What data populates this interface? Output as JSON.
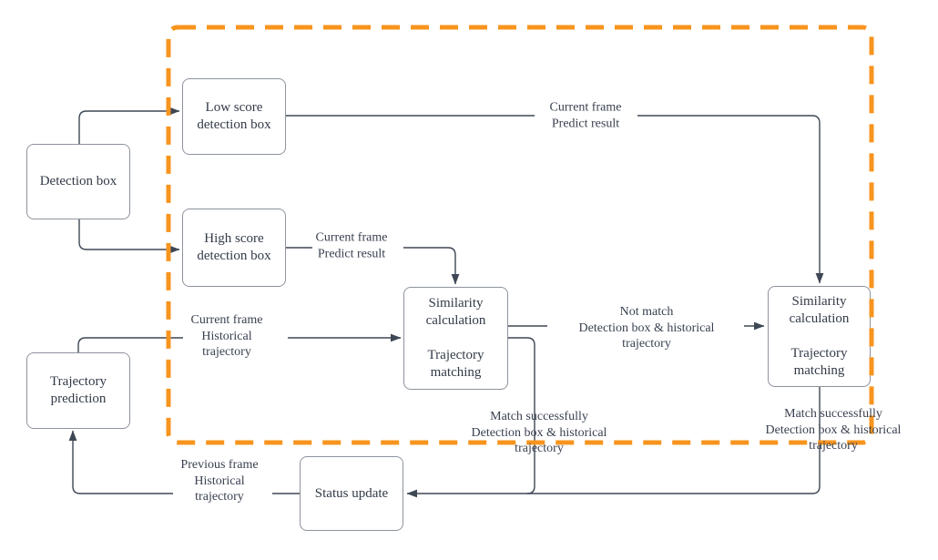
{
  "accent_colors": {
    "dashed_frame": "#f7941e",
    "connector": "#3e4754",
    "node_border": "#8d939c",
    "text": "#333b48"
  },
  "nodes": {
    "detection_box": {
      "label": "Detection box"
    },
    "low_score": {
      "label": "Low score detection box"
    },
    "high_score": {
      "label": "High score detection box"
    },
    "trajectory_prediction": {
      "label": "Trajectory prediction"
    },
    "similarity_left": {
      "label": "Similarity calculation\n\nTrajectory matching"
    },
    "similarity_right": {
      "label": "Similarity calculation\n\nTrajectory matching"
    },
    "status_update": {
      "label": "Status update"
    }
  },
  "edge_labels": {
    "current_predict_top": {
      "text": "Current frame\nPredict result"
    },
    "current_predict_mid": {
      "text": "Current frame\nPredict result"
    },
    "current_historical": {
      "text": "Current frame\nHistorical\ntrajectory"
    },
    "not_match": {
      "text": "Not match\nDetection box & historical\ntrajectory"
    },
    "match_left": {
      "text": "Match successfully\nDetection box & historical\ntrajectory"
    },
    "match_right": {
      "text": "Match successfully\nDetection box & historical\ntrajectory"
    },
    "previous_frame": {
      "text": "Previous frame\nHistorical\ntrajectory"
    }
  }
}
